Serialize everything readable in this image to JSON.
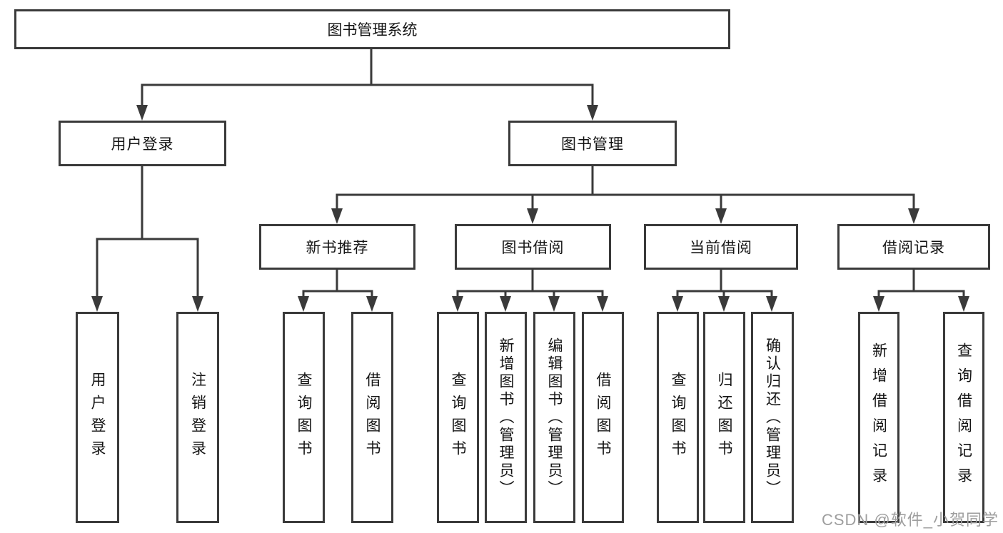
{
  "title": "图书管理系统",
  "watermark": {
    "text": "CSDN @软件_小贺同学"
  },
  "colors": {
    "line": "#3a3a3a",
    "box_border": "#3a3a3a",
    "text": "#141414",
    "watermark": "#9e9e9e",
    "background": "#ffffff"
  },
  "nodes": {
    "root": "图书管理系统",
    "level2": [
      "用户登录",
      "图书管理"
    ],
    "level3": [
      "新书推荐",
      "图书借阅",
      "当前借阅",
      "借阅记录"
    ],
    "leaves": [
      "用户登录",
      "注销登录",
      "查询图书",
      "借阅图书",
      "查询图书",
      "新增图书（管理员）",
      "编辑图书（管理员）",
      "借阅图书",
      "查询图书",
      "归还图书",
      "确认归还（管理员）",
      "新增借阅记录",
      "查询借阅记录"
    ]
  },
  "hierarchy": {
    "图书管理系统": [
      "用户登录",
      "图书管理"
    ],
    "用户登录": [
      "用户登录",
      "注销登录"
    ],
    "图书管理": [
      "新书推荐",
      "图书借阅",
      "当前借阅",
      "借阅记录"
    ],
    "新书推荐": [
      "查询图书",
      "借阅图书"
    ],
    "图书借阅": [
      "查询图书",
      "新增图书（管理员）",
      "编辑图书（管理员）",
      "借阅图书"
    ],
    "当前借阅": [
      "查询图书",
      "归还图书",
      "确认归还（管理员）"
    ],
    "借阅记录": [
      "新增借阅记录",
      "查询借阅记录"
    ]
  }
}
